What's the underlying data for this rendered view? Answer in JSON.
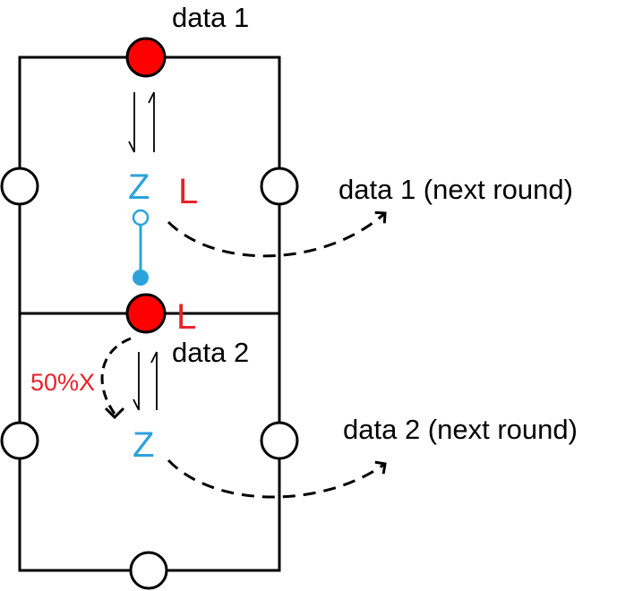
{
  "colors": {
    "line": "#000000",
    "data_qubit": "#ff0000",
    "ancilla": "#2aa3dc",
    "red_text": "#e8212a",
    "empty_node": "#ffffff"
  },
  "labels": {
    "data1": "data 1",
    "data2": "data 2",
    "data1_next": "data 1 (next round)",
    "data2_next": "data 2 (next round)",
    "z_top": "Z",
    "z_bottom": "Z",
    "l_top": "L",
    "l_mid": "L",
    "prob": "50%X"
  }
}
